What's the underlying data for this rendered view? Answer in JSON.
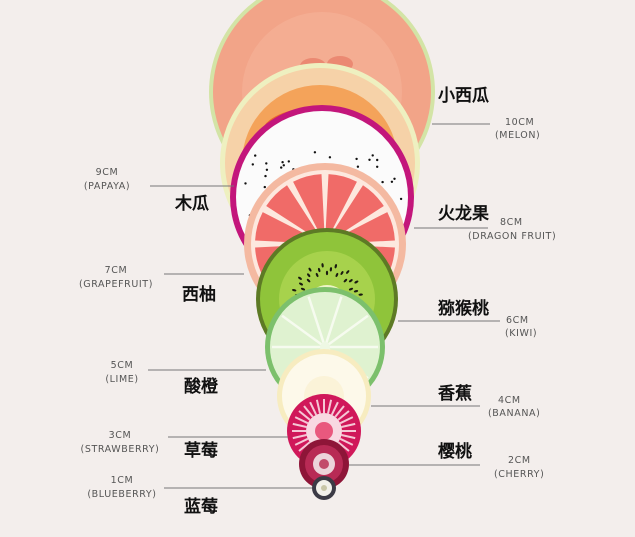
{
  "fruits": [
    {
      "cn": "小西瓜",
      "size": "10CM",
      "name": "(MELON)"
    },
    {
      "cn": "木瓜",
      "size": "9CM",
      "name": "(PAPAYA)"
    },
    {
      "cn": "火龙果",
      "size": "8CM",
      "name": "(DRAGON FRUIT)"
    },
    {
      "cn": "西柚",
      "size": "7CM",
      "name": "(GRAPEFRUIT)"
    },
    {
      "cn": "猕猴桃",
      "size": "6CM",
      "name": "(KIWI)"
    },
    {
      "cn": "酸橙",
      "size": "5CM",
      "name": "(LIME)"
    },
    {
      "cn": "香蕉",
      "size": "4CM",
      "name": "(BANANA)"
    },
    {
      "cn": "草莓",
      "size": "3CM",
      "name": "(STRAWBERRY)"
    },
    {
      "cn": "樱桃",
      "size": "2CM",
      "name": "(CHERRY)"
    },
    {
      "cn": "蓝莓",
      "size": "1CM",
      "name": "(BLUEBERRY)"
    }
  ],
  "colors": {
    "melon": "#f2a488",
    "papaya": "#f6d2a8",
    "dragon_fruit": "#c3167b",
    "grapefruit": "#f06b68",
    "kiwi": "#8fc43a",
    "lime": "#c9e9b6",
    "banana": "#f7ecc0",
    "strawberry": "#d0185a",
    "cherry": "#8e1538",
    "blueberry": "#3b3a45"
  }
}
